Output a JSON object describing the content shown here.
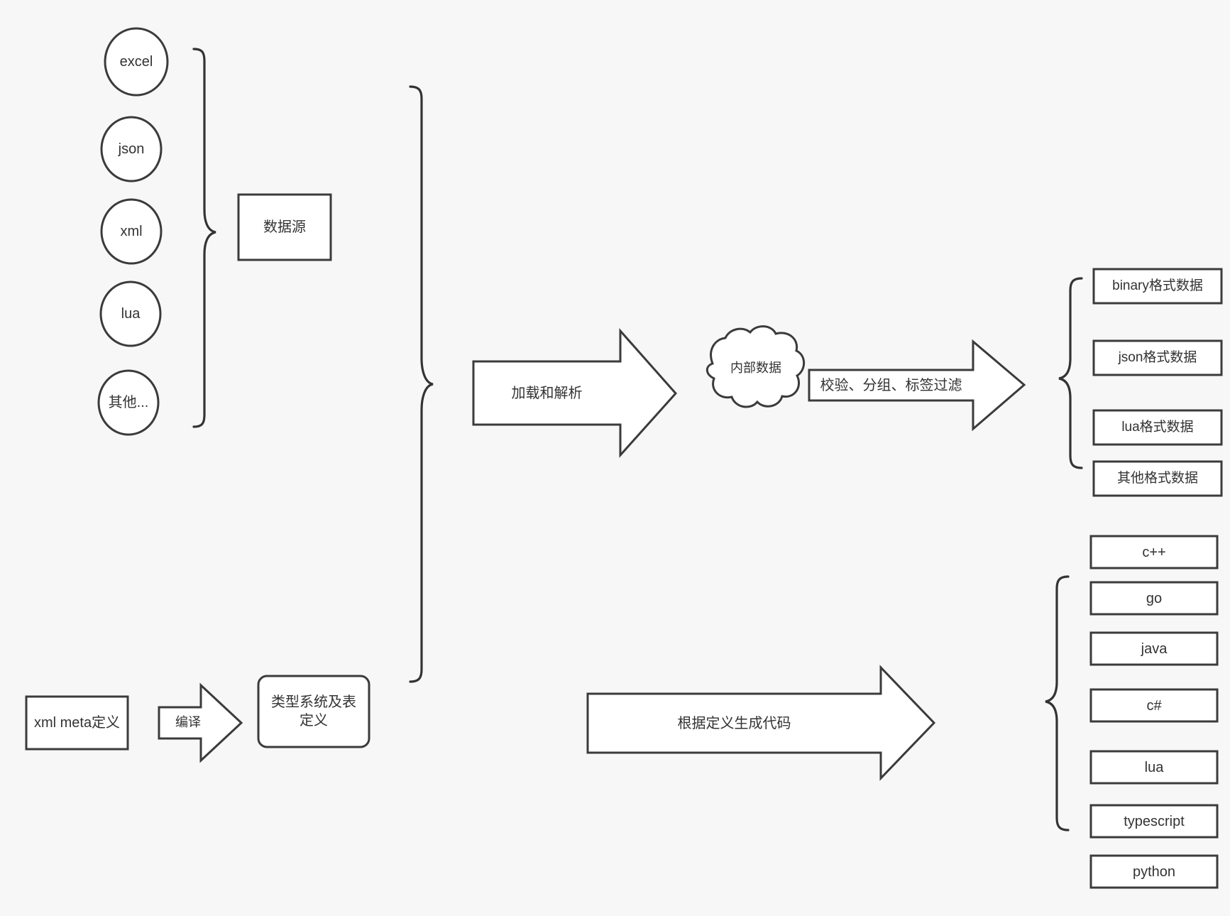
{
  "background_color": "#f7f7f7",
  "stroke_color": "#3b3b3b",
  "text_color": "#333333",
  "diagram": {
    "data_sources": {
      "group_label": "数据源",
      "items": [
        {
          "label": "excel"
        },
        {
          "label": "json"
        },
        {
          "label": "xml"
        },
        {
          "label": "lua"
        },
        {
          "label": "其他..."
        }
      ]
    },
    "meta_definition": {
      "source_box": "xml meta定义",
      "compile_arrow": "编译",
      "target_box": "类型系统及表\n定义"
    },
    "pipeline": {
      "load_parse_arrow": "加载和解析",
      "internal_data_cloud": "内部数据",
      "filter_arrow": "校验、分组、标签过滤"
    },
    "outputs": {
      "formats": [
        {
          "label": "binary格式数据"
        },
        {
          "label": "json格式数据"
        },
        {
          "label": "lua格式数据"
        },
        {
          "label": "其他格式数据"
        }
      ]
    },
    "codegen": {
      "arrow_label": "根据定义生成代码",
      "languages": [
        {
          "label": "c++"
        },
        {
          "label": "go"
        },
        {
          "label": "java"
        },
        {
          "label": "c#"
        },
        {
          "label": "lua"
        },
        {
          "label": "typescript"
        },
        {
          "label": "python"
        }
      ]
    }
  }
}
